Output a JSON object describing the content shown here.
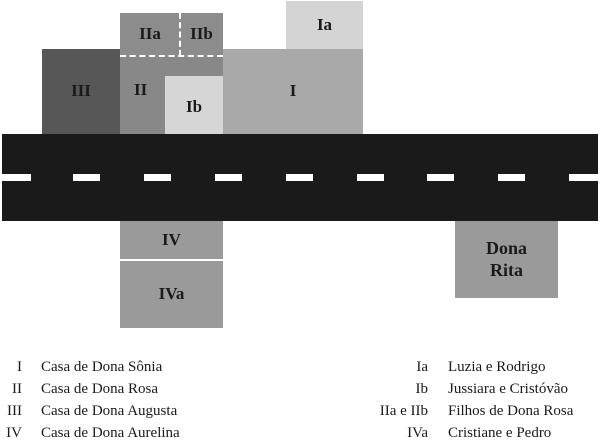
{
  "colors": {
    "road": "#1a1a1a",
    "road_dash": "#ffffff",
    "house_III": "#575757",
    "house_II": "#888888",
    "house_IIab": "#8c8c8c",
    "house_I": "#a9a9a9",
    "house_Ia": "#d4d4d4",
    "house_Ib": "#d6d6d6",
    "house_IV": "#9a9a9a",
    "house_DonaRita": "#9a9a9a"
  },
  "blocks": {
    "III": "III",
    "II": "II",
    "IIa": "IIa",
    "IIb": "IIb",
    "Ib": "Ib",
    "I": "I",
    "Ia": "Ia",
    "IV": "IV",
    "IVa": "IVa",
    "dona_rita_line1": "Dona",
    "dona_rita_line2": "Rita"
  },
  "legend_left": [
    {
      "key": "I",
      "value": "Casa de Dona Sônia"
    },
    {
      "key": "II",
      "value": "Casa de Dona Rosa"
    },
    {
      "key": "III",
      "value": "Casa de Dona Augusta"
    },
    {
      "key": "IV",
      "value": "Casa de Dona Aurelina"
    }
  ],
  "legend_right": [
    {
      "key": "Ia",
      "value": "Luzia e Rodrigo"
    },
    {
      "key": "Ib",
      "value": "Jussiara e Cristóvão"
    },
    {
      "key": "IIa e IIb",
      "value": "Filhos de Dona Rosa"
    },
    {
      "key": "IVa",
      "value": "Cristiane e Pedro"
    }
  ]
}
